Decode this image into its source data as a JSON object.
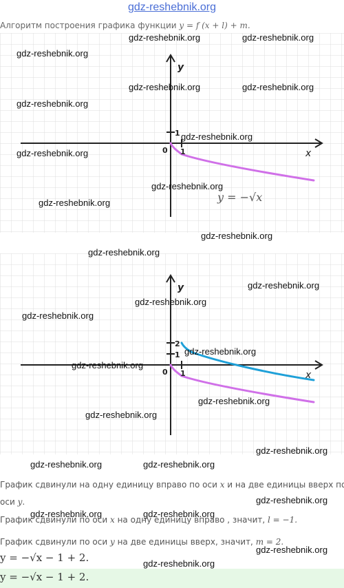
{
  "header": {
    "site_link": "gdz-reshebnik.org",
    "heading_text": "Алгоритм построения графика функции ",
    "heading_formula": "y = f (x + l) + m."
  },
  "graph1": {
    "y_label": "y",
    "x_label": "x",
    "origin_label": "0",
    "tick_x_1": "1",
    "tick_y_1": "1",
    "formula": "y = −√x",
    "curve_color": "#d070e8"
  },
  "graph2": {
    "y_label": "y",
    "x_label": "x",
    "origin_label": "0",
    "tick_x_1": "1",
    "tick_y_1": "1",
    "tick_y_2": "2",
    "curve_color_original": "#d070e8",
    "curve_color_shifted": "#1ea0d8"
  },
  "watermarks": {
    "w1": "gdz-reshebnik.org",
    "w2": "gdz-reshebnik.org",
    "w3": "gdz-reshebnik.org",
    "w4": "gdz-reshebnik.org",
    "w5": "gdz-reshebnik.org",
    "w6": "gdz-reshebnik.org",
    "w7": "gdz-reshebnik.org",
    "w8": "gdz-reshebnik.org",
    "w9": "gdz-reshebnik.org",
    "w10": "gdz-reshebnik.org",
    "w11": "gdz-reshebnik.org",
    "w12": "gdz-reshebnik.org",
    "w13": "gdz-reshebnik.org",
    "w14": "gdz-reshebnik.org",
    "w15": "gdz-reshebnik.org",
    "w16": "gdz-reshebnik.org",
    "w17": "gdz-reshebnik.org",
    "w18": "gdz-reshebnik.org",
    "w19": "gdz-reshebnik.org",
    "w20": "gdz-reshebnik.org",
    "w21": "gdz-reshebnik.org",
    "w22": "gdz-reshebnik.org",
    "w23": "gdz-reshebnik.org",
    "w24": "gdz-reshebnik.org",
    "w25": "gdz-reshebnik.org",
    "w26": "gdz-reshebnik.org",
    "w27": "gdz-reshebnik.org"
  },
  "text": {
    "p1a": "График сдвинули на одну единицу вправо по оси ",
    "p1_var": "x",
    "p1b": " и на две единицы вверх по",
    "p1c": "оси ",
    "p1_var2": "y",
    "p1d": ".",
    "p2a": "График сдвинули по оси ",
    "p2_var": "x",
    "p2b": " на одну единицу вправо , значит, ",
    "p2_eq": "l = −1.",
    "p3a": "График сдвинули по оси ",
    "p3_var": "y",
    "p3b": " на две единицы вверх, значит, ",
    "p3_eq": "m = 2.",
    "result1": "y = −√x − 1 + 2.",
    "result2": "y = −√x − 1 + 2."
  }
}
